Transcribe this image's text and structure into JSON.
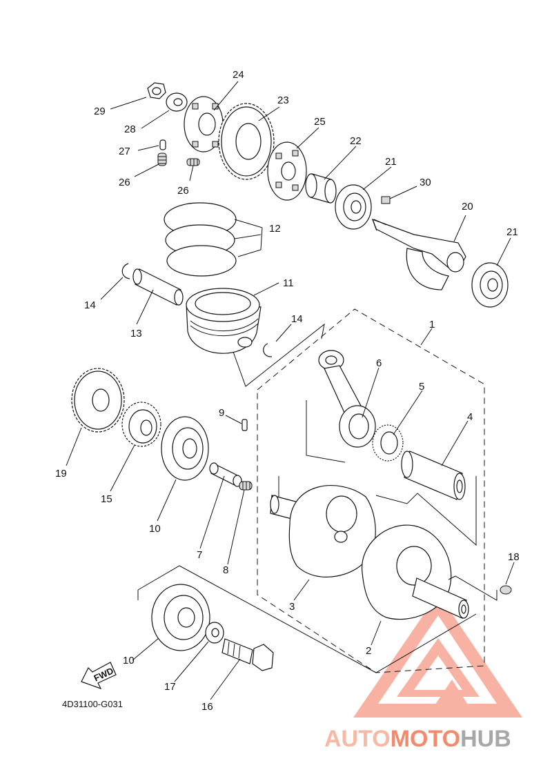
{
  "diagram_code": "4D31100-G031",
  "fwd_label": "FWD",
  "watermark": {
    "part1": "AUTO",
    "part2": "MOTO",
    "part3": "HUB",
    "color_primary": "#f4a58f",
    "color_secondary": "#f27d5e",
    "color_dark": "#9b9b9b"
  },
  "callouts": [
    {
      "id": "c29",
      "text": "29"
    },
    {
      "id": "c28",
      "text": "28"
    },
    {
      "id": "c27",
      "text": "27"
    },
    {
      "id": "c26a",
      "text": "26"
    },
    {
      "id": "c26b",
      "text": "26"
    },
    {
      "id": "c24",
      "text": "24"
    },
    {
      "id": "c23",
      "text": "23"
    },
    {
      "id": "c25",
      "text": "25"
    },
    {
      "id": "c22",
      "text": "22"
    },
    {
      "id": "c21a",
      "text": "21"
    },
    {
      "id": "c30",
      "text": "30"
    },
    {
      "id": "c20",
      "text": "20"
    },
    {
      "id": "c21b",
      "text": "21"
    },
    {
      "id": "c12",
      "text": "12"
    },
    {
      "id": "c11",
      "text": "11"
    },
    {
      "id": "c14a",
      "text": "14"
    },
    {
      "id": "c13",
      "text": "13"
    },
    {
      "id": "c14b",
      "text": "14"
    },
    {
      "id": "c1",
      "text": "1"
    },
    {
      "id": "c6",
      "text": "6"
    },
    {
      "id": "c5",
      "text": "5"
    },
    {
      "id": "c4",
      "text": "4"
    },
    {
      "id": "c9",
      "text": "9"
    },
    {
      "id": "c19",
      "text": "19"
    },
    {
      "id": "c15",
      "text": "15"
    },
    {
      "id": "c10a",
      "text": "10"
    },
    {
      "id": "c7",
      "text": "7"
    },
    {
      "id": "c8",
      "text": "8"
    },
    {
      "id": "c3",
      "text": "3"
    },
    {
      "id": "c18",
      "text": "18"
    },
    {
      "id": "c2",
      "text": "2"
    },
    {
      "id": "c10b",
      "text": "10"
    },
    {
      "id": "c17",
      "text": "17"
    },
    {
      "id": "c16",
      "text": "16"
    }
  ]
}
